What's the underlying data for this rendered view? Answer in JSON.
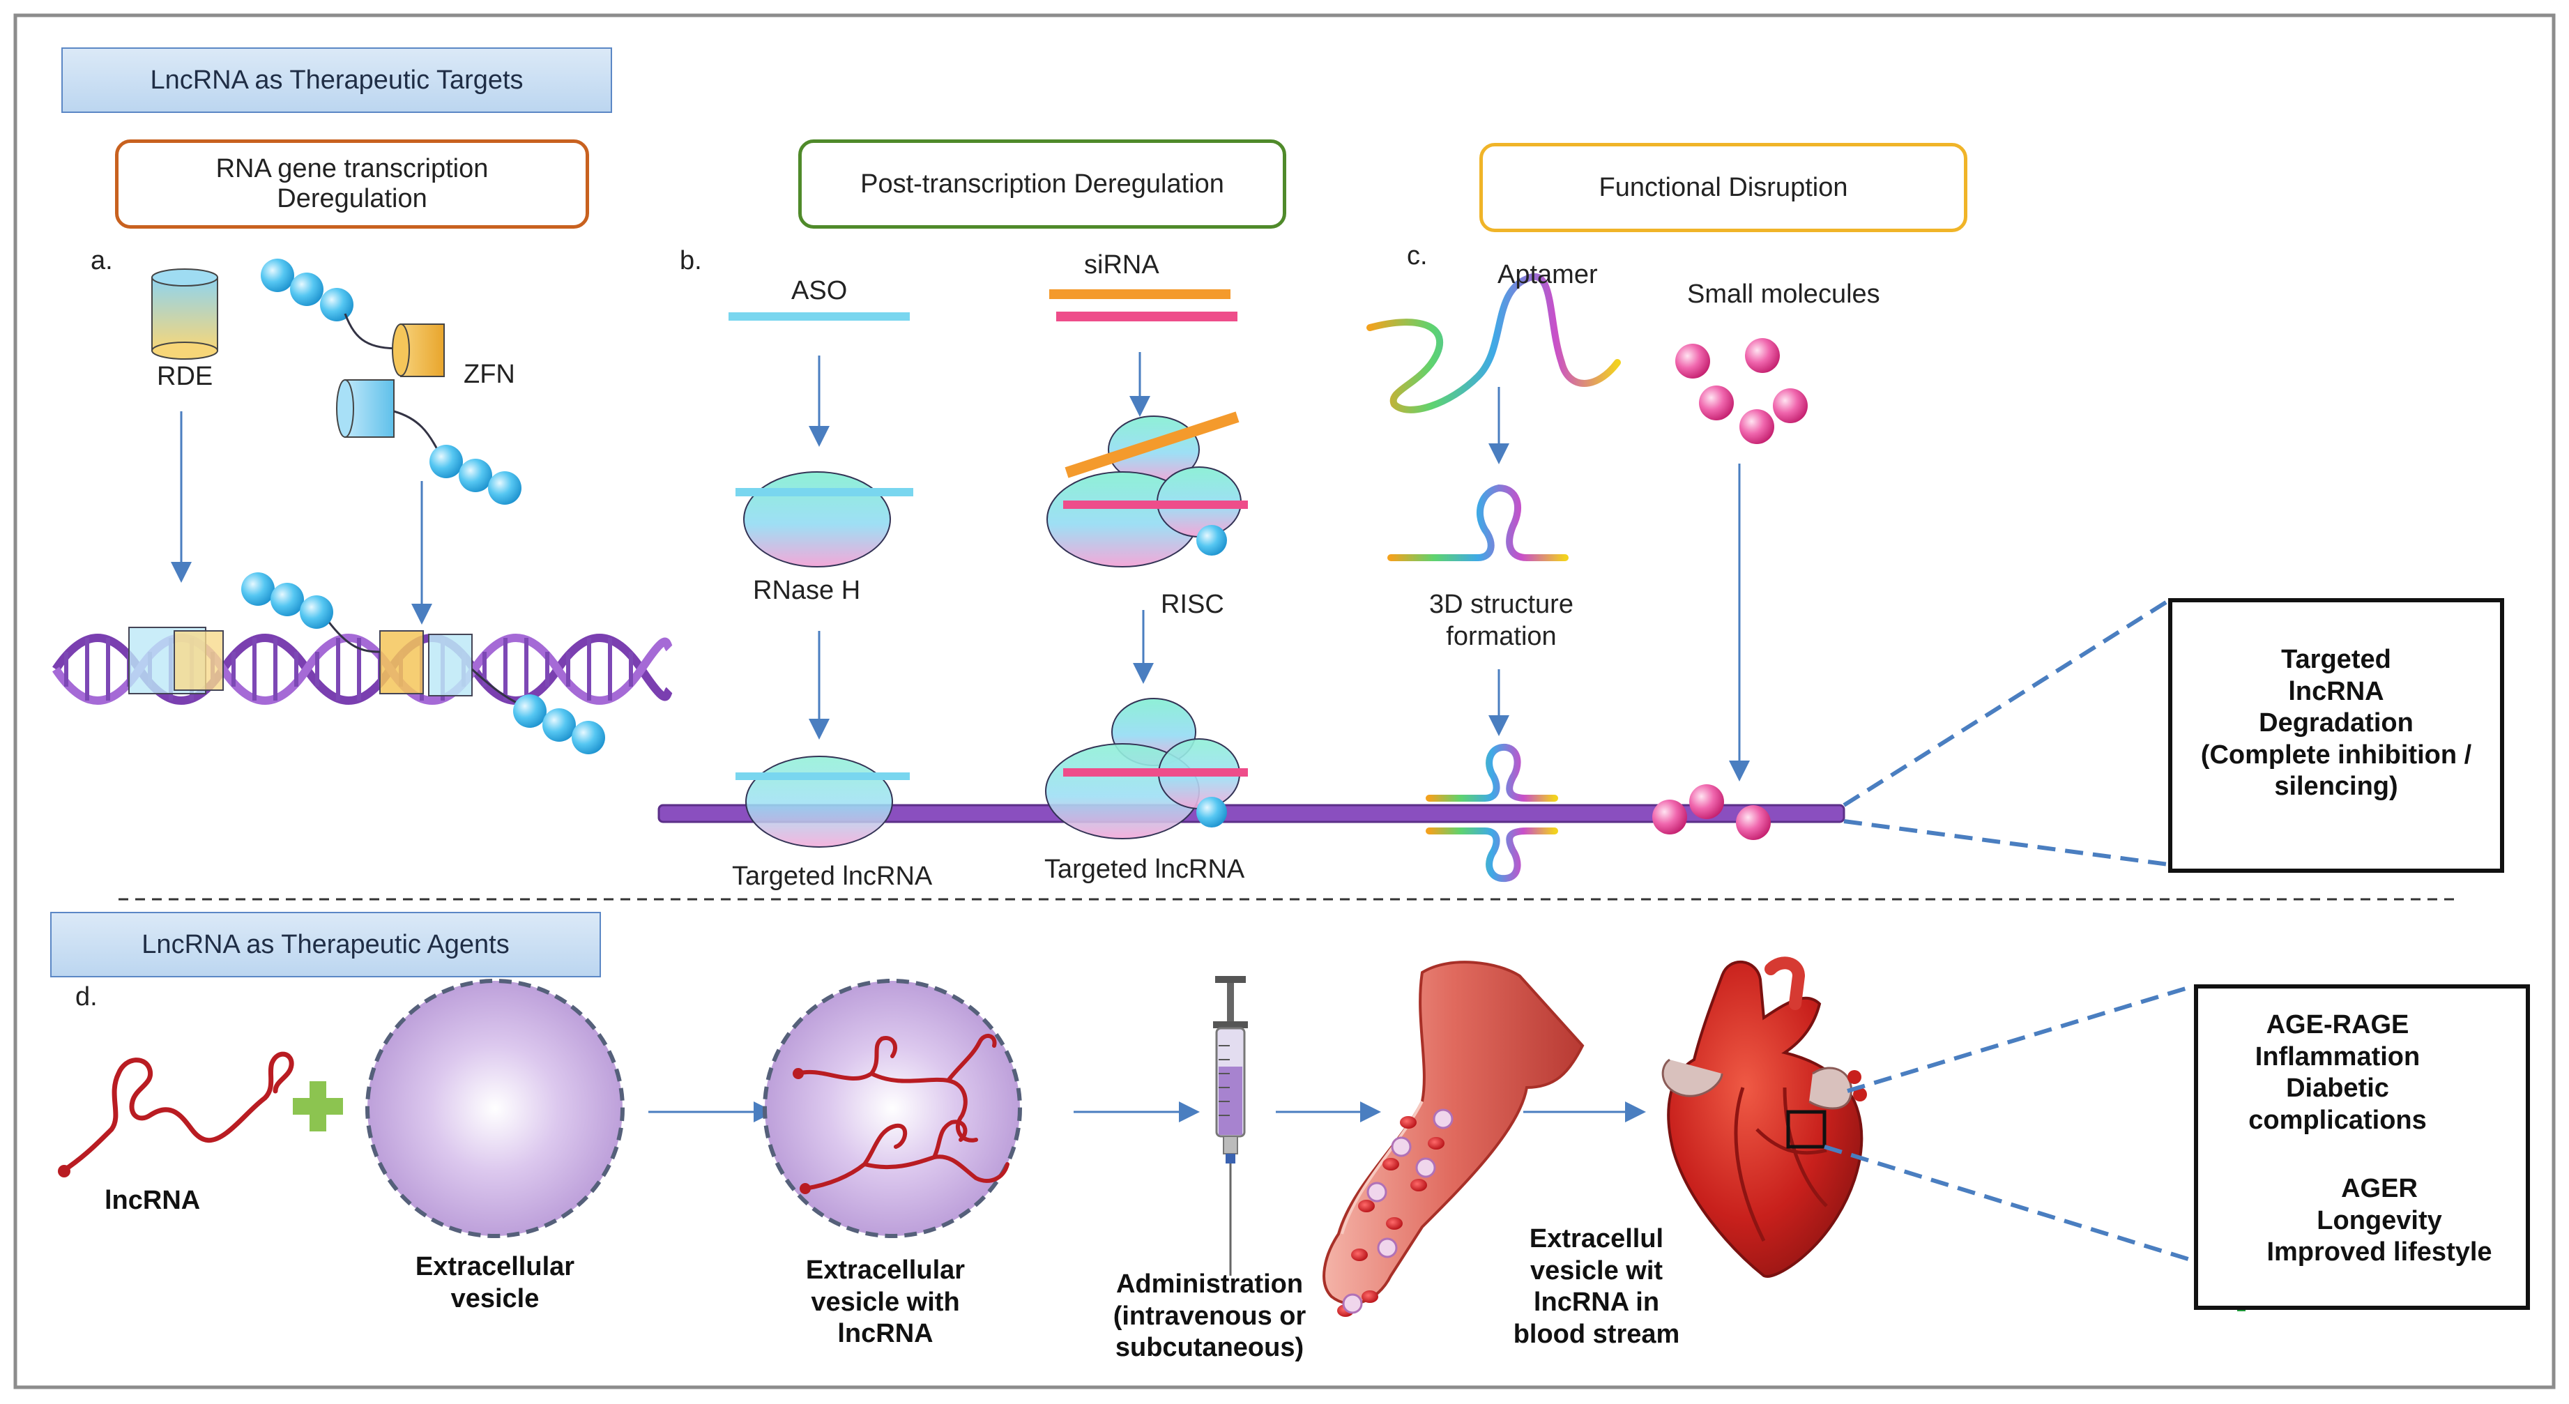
{
  "sections": {
    "targets_title": "LncRNA as Therapeutic Targets",
    "agents_title": "LncRNA as Therapeutic Agents"
  },
  "panel_labels": {
    "a": "a.",
    "b": "b.",
    "c": "c.",
    "d": "d."
  },
  "categories": {
    "transcription": [
      "RNA gene transcription",
      "Deregulation"
    ],
    "post_transcription": "Post-transcription Deregulation",
    "functional": "Functional Disruption"
  },
  "panel_a": {
    "rde": "RDE",
    "zfn": "ZFN"
  },
  "panel_b": {
    "aso": "ASO",
    "sirna": "siRNA",
    "rnase": "RNase H",
    "risc": "RISC",
    "target_left": "Targeted lncRNA",
    "target_right": "Targeted lncRNA"
  },
  "panel_c": {
    "aptamer": "Aptamer",
    "small_molecules": "Small molecules",
    "structure": [
      "3D structure",
      "formation"
    ]
  },
  "degradation": [
    "Targeted",
    "lncRNA",
    "Degradation",
    "(Complete inhibition /",
    "silencing)"
  ],
  "panel_d": {
    "lncrna": "lncRNA",
    "ev": [
      "Extracellular",
      "vesicle"
    ],
    "ev_with": [
      "Extracellular",
      "vesicle with",
      "lncRNA"
    ],
    "admin": [
      "Administration",
      "(intravenous or",
      "subcutaneous)"
    ],
    "bloodstream": [
      "Extracellul",
      "vesicle wit",
      "lncRNA in",
      "blood stream"
    ]
  },
  "outcomes": {
    "down": [
      "AGE-RAGE",
      "Inflammation",
      "Diabetic",
      "complications"
    ],
    "up": [
      "AGER",
      "Longevity",
      "Improved lifestyle"
    ]
  },
  "colors": {
    "arrow": "#4a7ec0",
    "dna": "#8a4fbf",
    "transcription_border": "#c8611f",
    "post_border": "#4f8a2a",
    "functional_border": "#f0b428",
    "down_arrow": "#d61f1f",
    "up_arrow": "#1f9a3a",
    "heart": "#c8201c"
  }
}
